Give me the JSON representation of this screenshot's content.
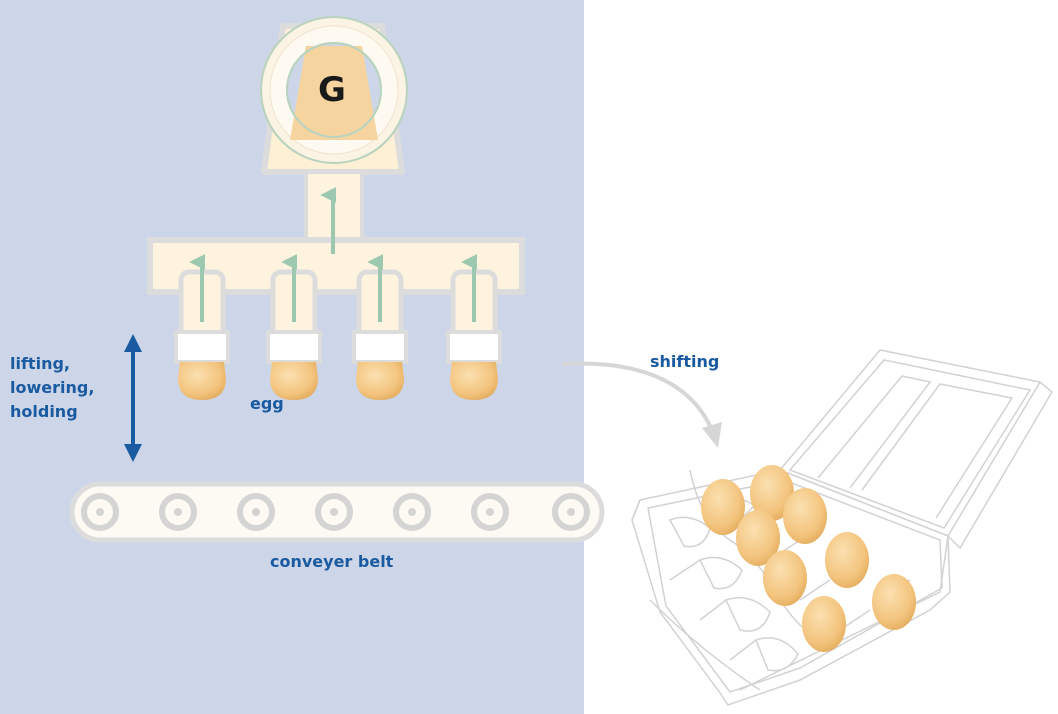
{
  "diagram": {
    "generator_label": "G",
    "labels": {
      "motion": [
        "lifting,",
        "lowering,",
        "holding"
      ],
      "egg": "egg",
      "shifting": "shifting",
      "conveyer": "conveyer belt"
    }
  },
  "colors": {
    "panel": "#cdd6e8",
    "cream": "#fdf3df",
    "frame": "#dcdcdc",
    "egg": "#f5cb88",
    "egg_shade": "#e3ac5d",
    "arrow_green": "#9cc8b0",
    "arrow_blue": "#1a5aa0",
    "label_blue": "#1a5aa0"
  }
}
